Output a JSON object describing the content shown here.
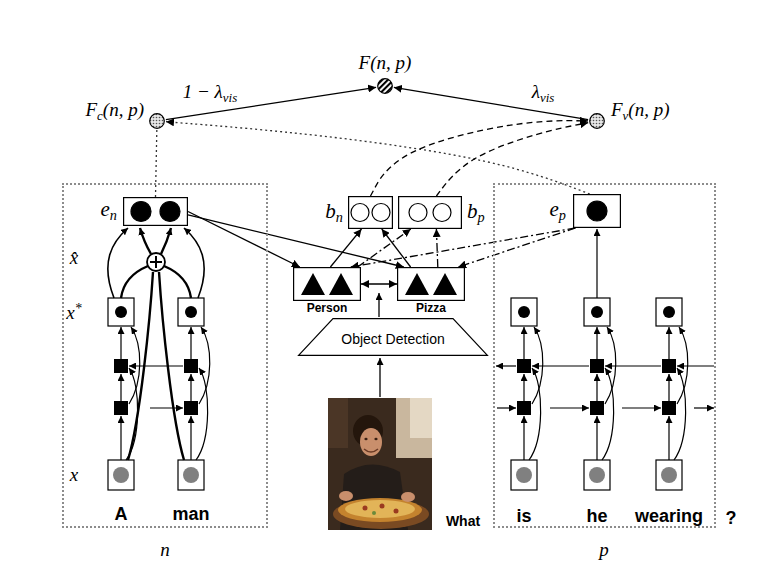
{
  "diagram": {
    "nodes": [
      {
        "text": [
          "F(n, p)"
        ]
      },
      {
        "text": [
          "Fc(n, p)"
        ]
      },
      {
        "text": [
          "Fv(n, p)"
        ]
      },
      {
        "text": [
          "n"
        ]
      },
      {
        "text": [
          "en"
        ],
        "in": 3
      },
      {
        "text": [
          "bn"
        ]
      },
      {
        "text": [
          "bp"
        ]
      },
      {
        "text": [
          "Person"
        ]
      },
      {
        "text": [
          "Pizza"
        ]
      },
      {
        "text": [
          "Object Detection"
        ]
      },
      {
        "text": [
          "p"
        ]
      },
      {
        "text": [
          "ep"
        ],
        "in": 10
      }
    ],
    "edges": [
      {
        "from": 1,
        "to": 0,
        "arrow": "to",
        "label": "1 − λvis"
      },
      {
        "from": 2,
        "to": 0,
        "arrow": "to",
        "label": "λvis"
      },
      {
        "from": 4,
        "to": 1,
        "arrow": "none"
      },
      {
        "from": 11,
        "to": 1,
        "arrow": "to"
      },
      {
        "from": 4,
        "to": 7,
        "arrow": "to"
      },
      {
        "from": 4,
        "to": 8,
        "arrow": "to"
      },
      {
        "from": 7,
        "to": 5,
        "arrow": "to"
      },
      {
        "from": 8,
        "to": 5,
        "arrow": "to"
      },
      {
        "from": 11,
        "to": 7,
        "arrow": "to"
      },
      {
        "from": 11,
        "to": 8,
        "arrow": "to"
      },
      {
        "from": 7,
        "to": 6,
        "arrow": "to"
      },
      {
        "from": 8,
        "to": 6,
        "arrow": "to"
      },
      {
        "from": 5,
        "to": 2,
        "arrow": "to"
      },
      {
        "from": 6,
        "to": 2,
        "arrow": "to"
      },
      {
        "from": 7,
        "to": 8,
        "arrow": "both"
      }
    ],
    "labels": [
      "x̂",
      "x*",
      "x",
      "A",
      "man",
      "What",
      "is",
      "he",
      "wearing",
      "?"
    ]
  }
}
